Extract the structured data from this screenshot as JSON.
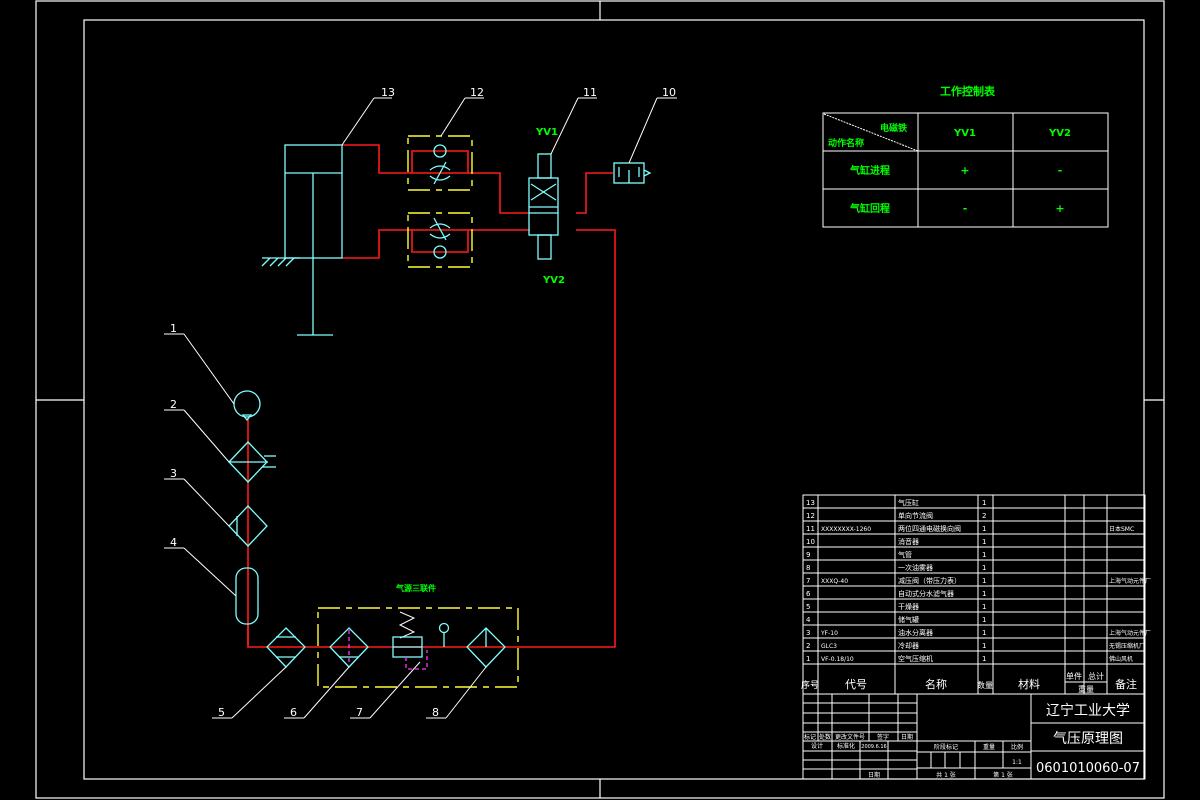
{
  "drawing": {
    "title_school": "辽宁工业大学",
    "title_drawing": "气压原理图",
    "drawing_number": "0601010060-07",
    "scale": "1:1"
  },
  "colors": {
    "background": "#000000",
    "frame": "#ffffff",
    "component": "#7fffff",
    "pipe": "#ff1a1a",
    "group_box": "#ffff33",
    "pilot_line": "#ff33ff",
    "annotation": "#00ff00"
  },
  "component_labels": [
    "1",
    "2",
    "3",
    "4",
    "5",
    "6",
    "7",
    "8",
    "10",
    "11",
    "12",
    "13"
  ],
  "solenoid_labels": {
    "top": "YV1",
    "bottom": "YV2"
  },
  "frl_group_label": "气源三联件",
  "control_table": {
    "title": "工作控制表",
    "corner_top": "电磁铁",
    "corner_bottom": "动作名称",
    "columns": [
      "YV1",
      "YV2"
    ],
    "rows": [
      {
        "action": "气缸进程",
        "values": [
          "+",
          "-"
        ]
      },
      {
        "action": "气缸回程",
        "values": [
          "-",
          "+"
        ]
      }
    ]
  },
  "bom": {
    "headers": {
      "no": "序号",
      "code": "代号",
      "name": "名称",
      "qty": "数量",
      "material": "材料",
      "unit_weight": "单件",
      "total_weight": "总计",
      "weight": "重量",
      "remark": "备注"
    },
    "rows": [
      {
        "no": "13",
        "code": "",
        "name": "气压缸",
        "qty": "1",
        "remark": ""
      },
      {
        "no": "12",
        "code": "",
        "name": "单向节流阀",
        "qty": "2",
        "remark": ""
      },
      {
        "no": "11",
        "code": "XXXXXXXX-1260",
        "name": "两位四通电磁换向阀",
        "qty": "1",
        "remark": "日本SMC"
      },
      {
        "no": "10",
        "code": "",
        "name": "消音器",
        "qty": "1",
        "remark": ""
      },
      {
        "no": "9",
        "code": "",
        "name": "气管",
        "qty": "1",
        "remark": ""
      },
      {
        "no": "8",
        "code": "",
        "name": "一次油雾器",
        "qty": "1",
        "remark": ""
      },
      {
        "no": "7",
        "code": "XXXQ-40",
        "name": "减压阀（带压力表）",
        "qty": "1",
        "remark": "上海气动元件厂"
      },
      {
        "no": "6",
        "code": "",
        "name": "自动式分水滤气器",
        "qty": "1",
        "remark": ""
      },
      {
        "no": "5",
        "code": "",
        "name": "干燥器",
        "qty": "1",
        "remark": ""
      },
      {
        "no": "4",
        "code": "",
        "name": "储气罐",
        "qty": "1",
        "remark": ""
      },
      {
        "no": "3",
        "code": "YF-10",
        "name": "油水分离器",
        "qty": "1",
        "remark": "上海气动元件厂"
      },
      {
        "no": "2",
        "code": "GLC3",
        "name": "冷却器",
        "qty": "1",
        "remark": "无锡压缩机厂"
      },
      {
        "no": "1",
        "code": "VF-0.18/10",
        "name": "空气压缩机",
        "qty": "1",
        "remark": "佛山风机"
      }
    ]
  },
  "title_block": {
    "sign_row": [
      "标记",
      "处数",
      "更改文件号",
      "签字",
      "日期"
    ],
    "design_row": [
      "设计",
      "标准化"
    ],
    "design_date": "2009.6.16",
    "stage_headers": [
      "阶段标记",
      "重量",
      "比例"
    ],
    "date_label": "日期",
    "sheet_total": "共 1 张",
    "sheet_no": "第 1 张"
  }
}
